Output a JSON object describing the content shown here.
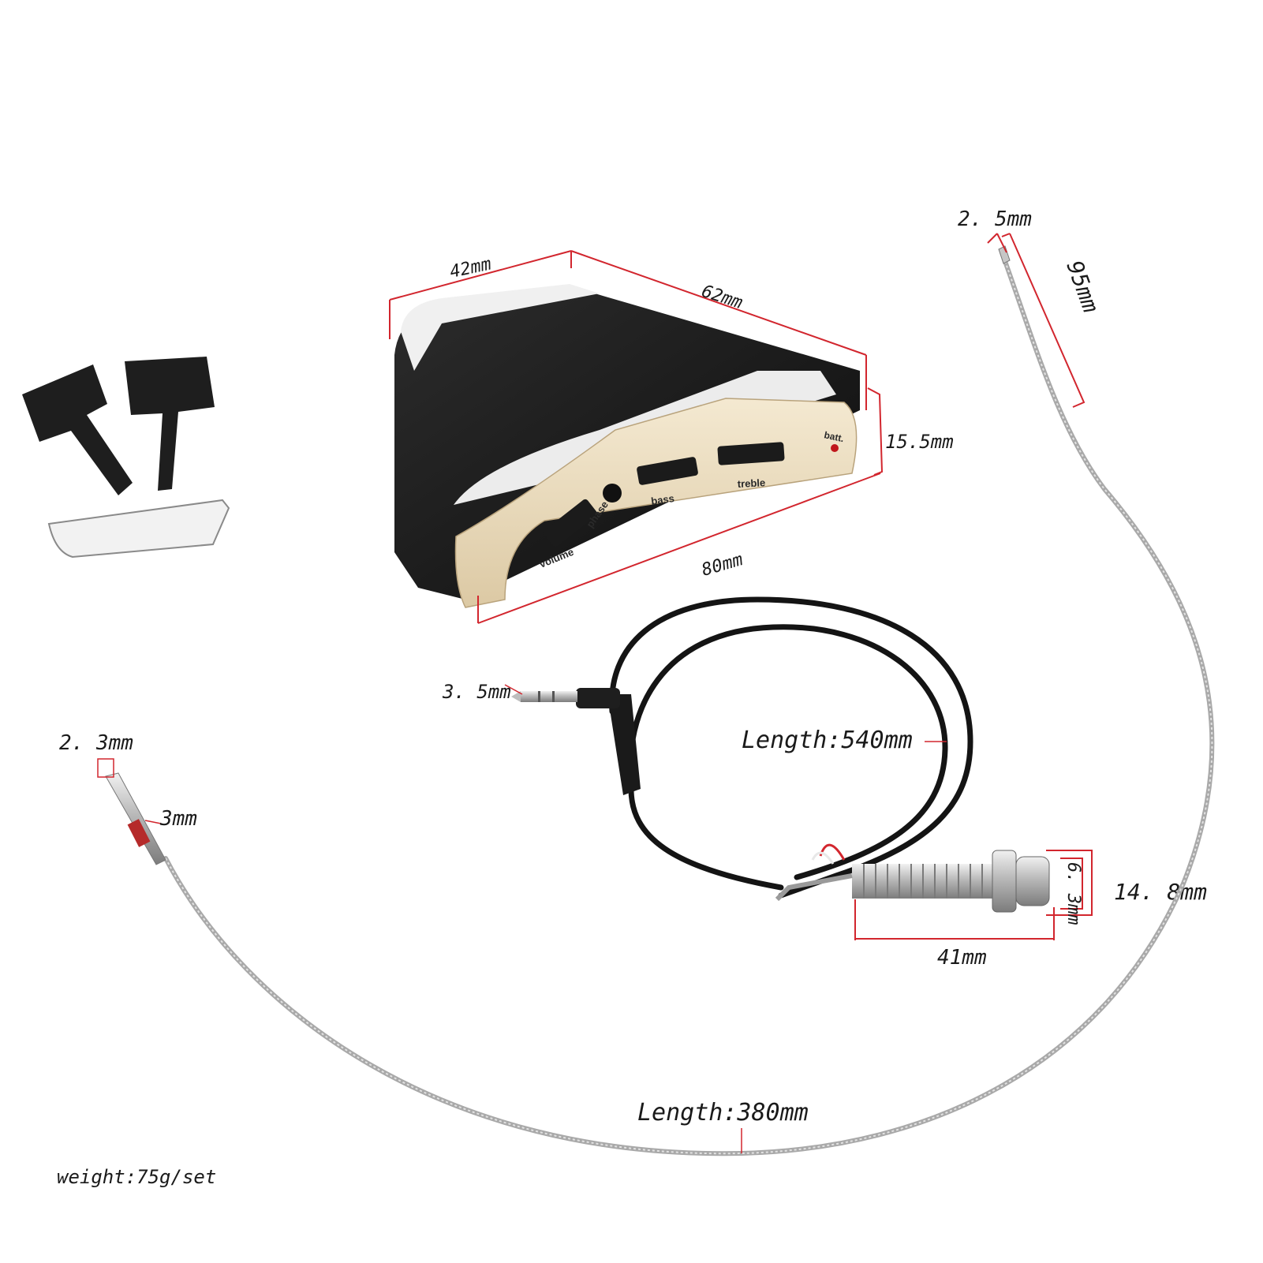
{
  "labels": {
    "width_top": "42mm",
    "depth_top": "62mm",
    "height_side": "15.5mm",
    "length_front": "80mm",
    "control_volume": "volume",
    "control_phase": "phase",
    "control_bass": "bass",
    "control_treble": "treble",
    "control_batt": "batt.",
    "pickup_tip_top": "2. 5mm",
    "pickup_tip_length": "95mm",
    "plug_small": "3. 5mm",
    "cable_length_black": "Length:540mm",
    "pickup_tip_left": "2. 3mm",
    "pickup_collar": "3mm",
    "jack_inner": "6. 3mm",
    "jack_outer": "14. 8mm",
    "jack_length": "41mm",
    "cable_length_silver": "Length:380mm",
    "weight": "weight:75g/set"
  },
  "colors": {
    "dimension": "#d2262e",
    "preamp_body": "#1b1b1b",
    "preamp_panel": "#eadbbd",
    "foam": "#1e1e1e",
    "cable_black": "#141414",
    "cable_silver": "#a9a9a9",
    "metal": "#c6c6c6"
  }
}
